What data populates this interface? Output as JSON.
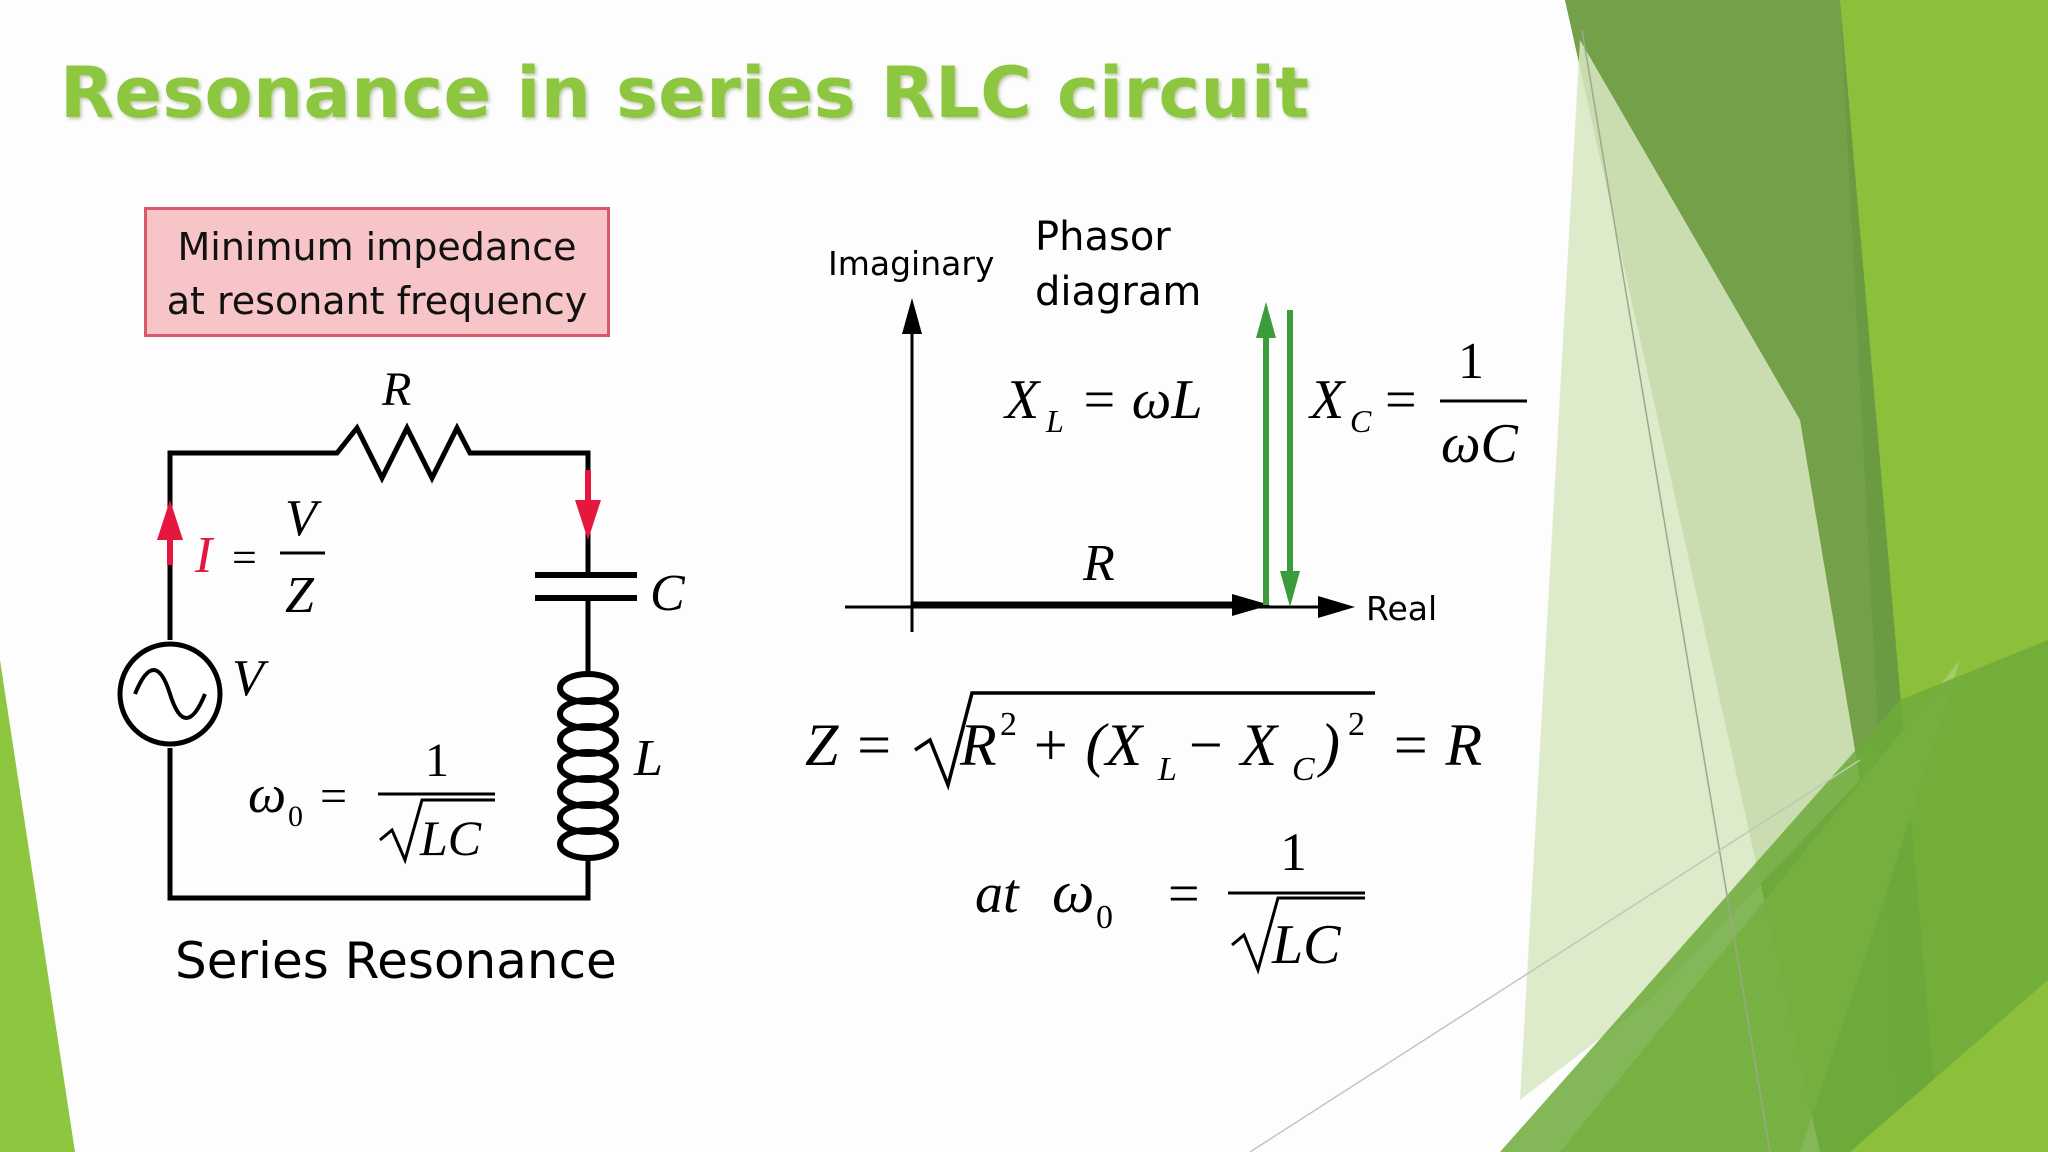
{
  "slide": {
    "title": "Resonance in series RLC circuit",
    "accent_color": "#8dc63f"
  },
  "callout": {
    "line1": "Minimum impedance",
    "line2": "at resonant frequency"
  },
  "circuit": {
    "resistor_label": "R",
    "capacitor_label": "C",
    "inductor_label": "L",
    "source_label": "V",
    "current_symbol": "I",
    "current_numerator": "V",
    "current_denominator": "Z",
    "omega_symbol": "ω",
    "omega_subscript": "0",
    "formula_numerator": "1",
    "formula_denominator": "LC",
    "caption": "Series Resonance",
    "current_arrow_color": "#e5173f"
  },
  "phasor": {
    "title_line1": "Phasor",
    "title_line2": "diagram",
    "imaginary_label": "Imaginary",
    "real_label": "Real",
    "r_label": "R",
    "xl_main": "X",
    "xl_sub": "L",
    "xl_rhs": "= ωL",
    "xc_main": "X",
    "xc_sub": "C",
    "xc_eq": "=",
    "xc_numerator": "1",
    "xc_denominator": "ωC",
    "reactance_color": "#3a9c3a"
  },
  "equations": {
    "z_lhs": "Z =",
    "r": "R",
    "sq": "2",
    "plus_paren": "+ (X",
    "xl_sub": "L",
    "minus_x": " − X",
    "xc_sub": "C",
    "close_paren": ")",
    "rhs": "= R",
    "at": "at",
    "omega": "ω",
    "omega_sub": "0",
    "eq2": "=",
    "num2": "1",
    "den2": "LC"
  }
}
